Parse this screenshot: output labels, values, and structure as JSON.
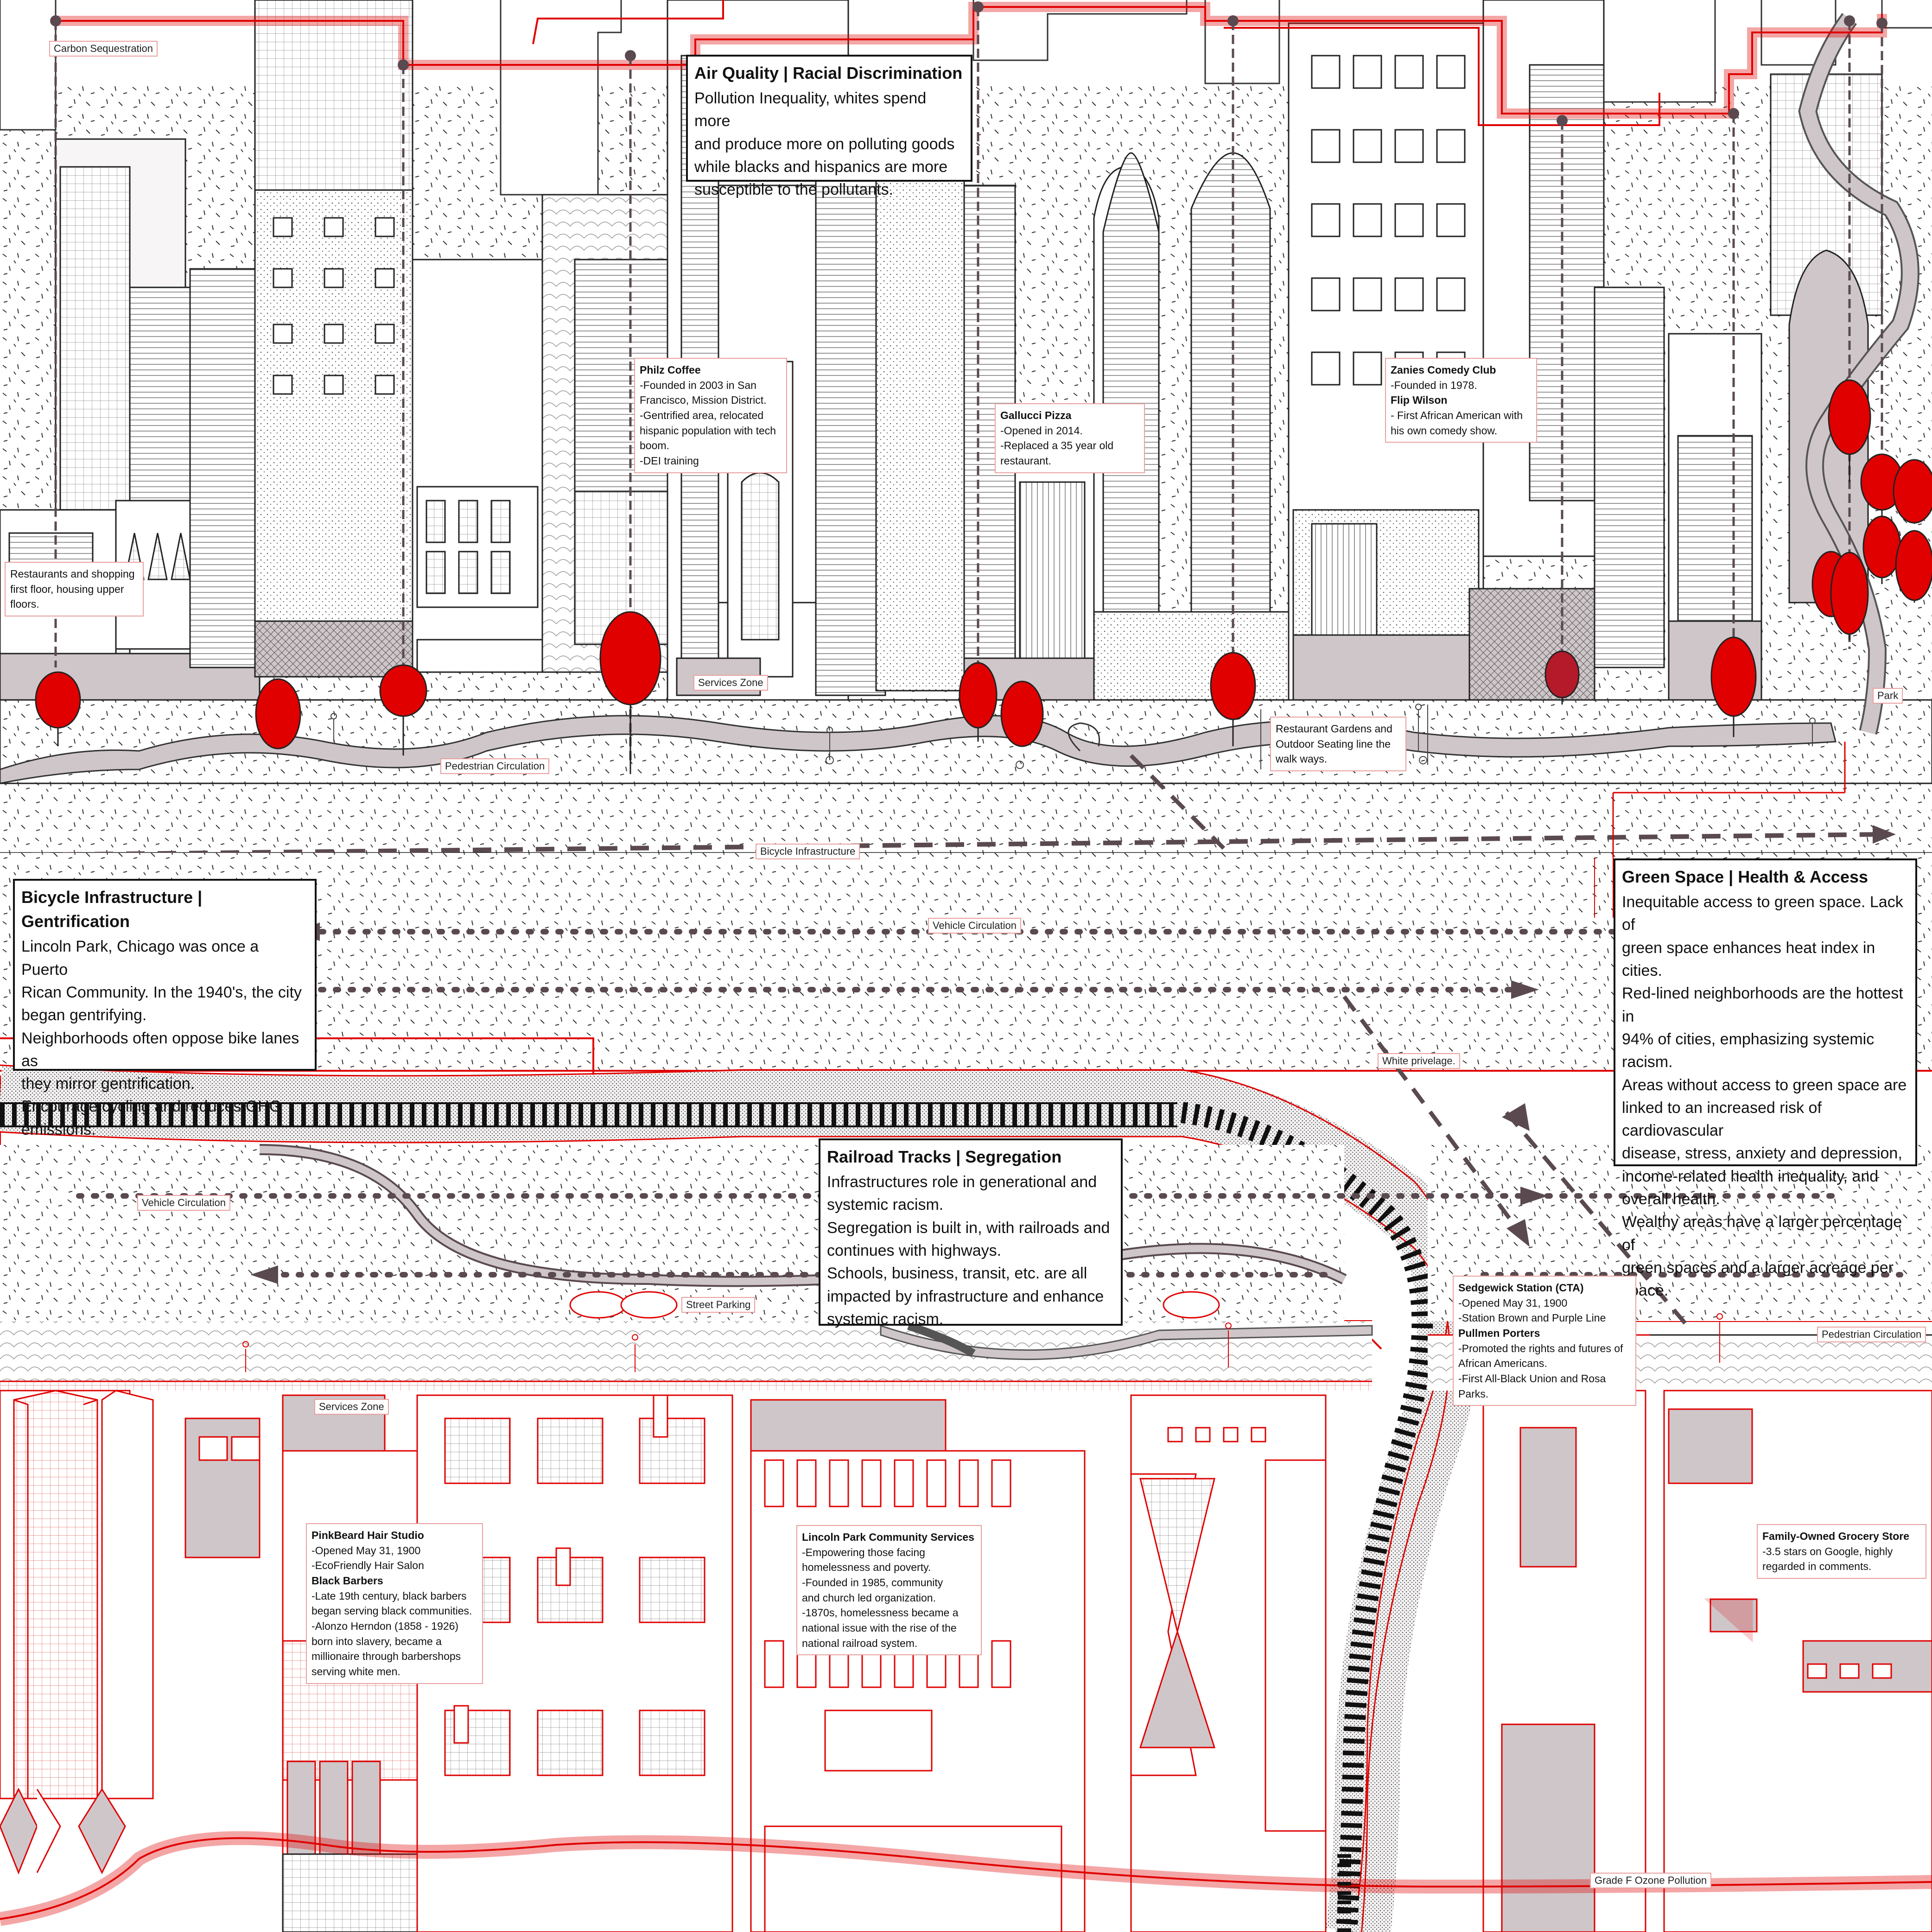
{
  "palette": {
    "accent": "#e00000",
    "ink": "#222222",
    "mute": "#cfc6c9",
    "dark": "#5a4a50",
    "pale": "#f4f2f2"
  },
  "icons": [
    "tree-icon",
    "bench-icon",
    "lamp-post-icon",
    "bicycle-icon",
    "direction-arrow-icon"
  ],
  "headline_notes": {
    "air_quality": {
      "title": "Air Quality | Racial Discrimination",
      "lines": [
        "Pollution Inequality, whites spend more",
        "and produce more on polluting goods",
        "while blacks and hispanics are more",
        "susceptible to the pollutants."
      ]
    },
    "bicycle": {
      "title": "Bicycle Infrastructure | Gentrification",
      "lines": [
        "Lincoln Park, Chicago was once a Puerto",
        "Rican Community. In the 1940's, the city",
        "began gentrifying.",
        "Neighborhoods often oppose bike lanes as",
        "they mirror gentrification.",
        "Encourage cycling and reduces GHG",
        "emissions."
      ]
    },
    "green_space": {
      "title": "Green Space | Health & Access",
      "lines": [
        "Inequitable access to green space. Lack of",
        "green space enhances heat index in cities.",
        "Red-lined neighborhoods are the hottest in",
        "94% of cities, emphasizing systemic racism.",
        "Areas without access to green space are",
        "linked to an increased risk of cardiovascular",
        "disease, stress, anxiety and depression,",
        "income-related health inequality, and",
        "overall health.",
        "Wealthy areas have a larger percentage of",
        "green spaces and a larger acreage per",
        "space."
      ]
    },
    "railroad": {
      "title": "Railroad Tracks | Segregation",
      "lines": [
        "Infrastructures role in generational and",
        "systemic racism.",
        "Segregation is built in, with railroads and",
        "continues with highways.",
        "Schools, business, transit, etc. are all",
        "impacted by infrastructure and enhance",
        "systemic racism."
      ]
    }
  },
  "place_notes": {
    "philz": {
      "title": "Philz Coffee",
      "lines": [
        "-Founded in 2003 in San",
        "Francisco, Mission District.",
        "-Gentrified area, relocated",
        "hispanic population with tech",
        "boom.",
        "-DEI training"
      ]
    },
    "gallucci": {
      "title": "Gallucci Pizza",
      "lines": [
        "-Opened in 2014.",
        "-Replaced a 35 year old",
        "restaurant."
      ]
    },
    "zanies": {
      "title": "Zanies Comedy Club",
      "lines": [
        "-Founded in 1978."
      ],
      "sub": "Flip Wilson",
      "sub_lines": [
        "- First African American with",
        "his own comedy show."
      ]
    },
    "restaurants": {
      "lines": [
        "Restaurants and shopping",
        "first floor, housing upper",
        "floors."
      ]
    },
    "gardens": {
      "lines": [
        "Restaurant Gardens and",
        "Outdoor Seating line the",
        "walk ways."
      ]
    },
    "sedgwick": {
      "title": "Sedgewick Station (CTA)",
      "lines": [
        "-Opened May 31, 1900",
        "-Station Brown and Purple Line"
      ],
      "sub": "Pullmen Porters",
      "sub_lines": [
        "-Promoted the rights and futures of",
        "African Americans.",
        "-First All-Black Union and Rosa Parks."
      ]
    },
    "pinkbeard": {
      "title": "PinkBeard Hair Studio",
      "lines": [
        "-Opened May 31, 1900",
        "-EcoFriendly Hair Salon"
      ],
      "sub": "Black Barbers",
      "sub_lines": [
        "-Late 19th century, black barbers",
        "began serving black communities.",
        "-Alonzo Herndon (1858 - 1926)",
        "born into slavery, became a",
        "millionaire through barbershops",
        "serving white men."
      ]
    },
    "lpcs": {
      "title": "Lincoln Park Community Services",
      "lines": [
        "-Empowering those facing",
        "homelessness and poverty.",
        "-Founded in 1985, community",
        "and church led organization.",
        "-1870s, homelessness became a",
        "national issue with the rise of the",
        "national railroad system."
      ]
    },
    "grocery": {
      "title": "Family-Owned Grocery Store",
      "lines": [
        "-3.5 stars on Google, highly",
        "regarded in comments."
      ]
    }
  },
  "labels": {
    "carbon": "Carbon Sequestration",
    "services_top": "Services Zone",
    "pedestrian_top": "Pedestrian Circulation",
    "park": "Park",
    "bicycle_infra": "Bicycle Infrastructure",
    "vehicle_top": "Vehicle Circulation",
    "white_privilege": "White privelage.",
    "vehicle_bottom": "Vehicle Circulation",
    "street_parking": "Street Parking",
    "pedestrian_bottom": "Pedestrian Circulation",
    "services_bottom": "Services Zone",
    "ozone": "Grade F Ozone Pollution"
  }
}
